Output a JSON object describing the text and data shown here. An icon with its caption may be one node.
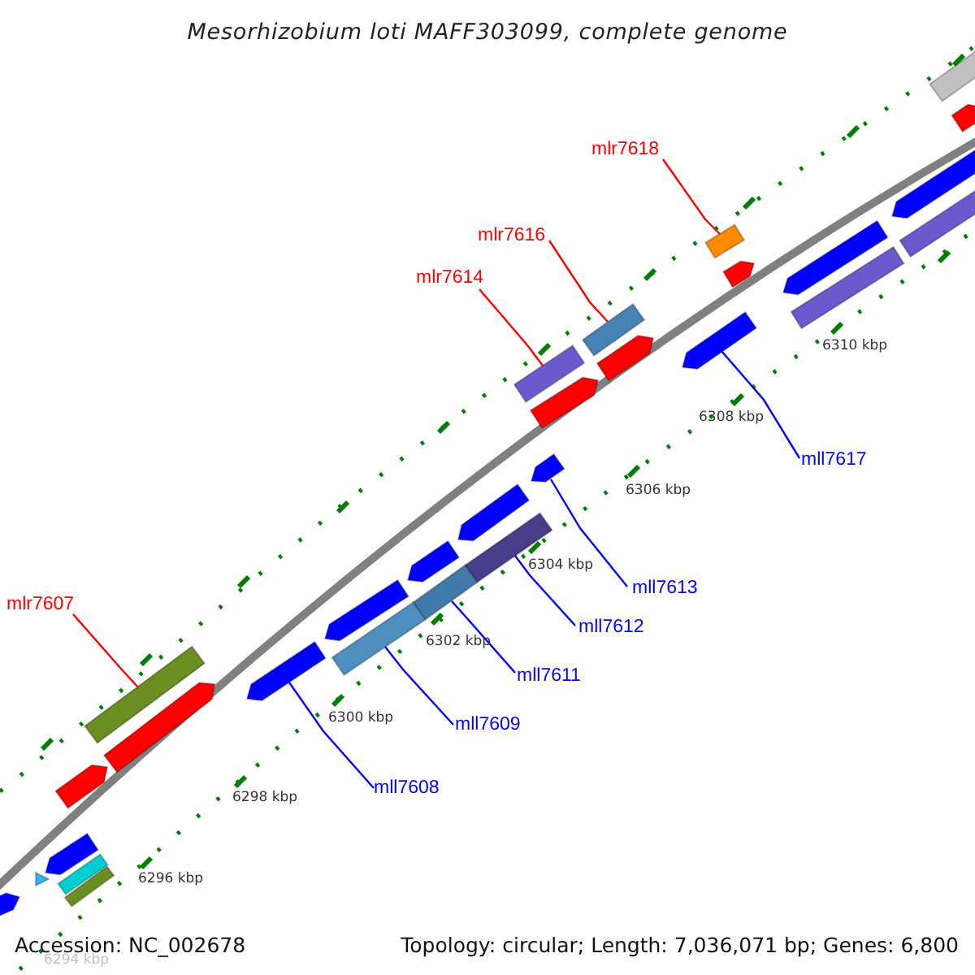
{
  "diagram": {
    "title": "Mesorhizobium loti MAFF303099, complete genome",
    "nodes": [
      {
        "text": [
          "mlr7618"
        ]
      },
      {
        "text": [],
        "shape": "bar"
      },
      {
        "text": [
          "mlr7616"
        ]
      },
      {
        "text": [],
        "shape": "bar"
      },
      {
        "text": [
          "mlr7614"
        ]
      },
      {
        "text": [],
        "shape": "bar"
      },
      {
        "text": [
          "mlr7607"
        ]
      },
      {
        "text": [],
        "shape": "bar"
      },
      {
        "text": [
          "mll7617"
        ]
      },
      {
        "text": [],
        "shape": "arrow"
      },
      {
        "text": [
          "mll7613"
        ]
      },
      {
        "text": [],
        "shape": "arrow"
      },
      {
        "text": [
          "mll7612"
        ]
      },
      {
        "text": [],
        "shape": "bar"
      },
      {
        "text": [
          "mll7611"
        ]
      },
      {
        "text": [],
        "shape": "bar"
      },
      {
        "text": [
          "mll7609"
        ]
      },
      {
        "text": [],
        "shape": "bar"
      },
      {
        "text": [
          "mll7608"
        ]
      },
      {
        "text": [],
        "shape": "arrow"
      },
      {
        "text": [],
        "shape": "arrow"
      },
      {
        "text": [],
        "shape": "triangle"
      },
      {
        "text": [],
        "shape": "arrow"
      },
      {
        "text": [],
        "shape": "bar"
      },
      {
        "text": [],
        "shape": "bar"
      },
      {
        "text": [],
        "shape": "arrow"
      },
      {
        "text": [],
        "shape": "arrow"
      },
      {
        "text": [],
        "shape": "arrow"
      },
      {
        "text": [],
        "shape": "arrow"
      },
      {
        "text": [],
        "shape": "arrow"
      },
      {
        "text": [],
        "shape": "arrow"
      },
      {
        "text": [],
        "shape": "arrow"
      },
      {
        "text": [],
        "shape": "arrow"
      },
      {
        "text": [],
        "shape": "arrow"
      },
      {
        "text": [],
        "shape": "bar"
      },
      {
        "text": [],
        "shape": "arrow"
      },
      {
        "text": [],
        "shape": "bar"
      },
      {
        "text": [],
        "shape": "bar"
      },
      {
        "text": [],
        "shape": "arrow"
      }
    ],
    "edges": [
      {
        "from": 0,
        "to": 1,
        "arrow": "none",
        "color": "#ff0000"
      },
      {
        "from": 2,
        "to": 3,
        "arrow": "none",
        "color": "#ff0000"
      },
      {
        "from": 4,
        "to": 5,
        "arrow": "none",
        "color": "#ff0000"
      },
      {
        "from": 6,
        "to": 7,
        "arrow": "none",
        "color": "#ff0000"
      },
      {
        "from": 8,
        "to": 9,
        "arrow": "none"
      },
      {
        "from": 10,
        "to": 11,
        "arrow": "none"
      },
      {
        "from": 12,
        "to": 13,
        "arrow": "none"
      },
      {
        "from": 14,
        "to": 15,
        "arrow": "none"
      },
      {
        "from": 16,
        "to": 17,
        "arrow": "none"
      },
      {
        "from": 18,
        "to": 19,
        "arrow": "none"
      }
    ],
    "labels": [
      "6310 kbp",
      "6308 kbp",
      "6306 kbp",
      "6304 kbp",
      "6302 kbp",
      "6300 kbp",
      "6298 kbp",
      "6296 kbp",
      "6294 kbp",
      "Accession: NC_002678",
      "Topology: circular; Length: 7,036,071 bp; Genes: 6,800"
    ]
  }
}
